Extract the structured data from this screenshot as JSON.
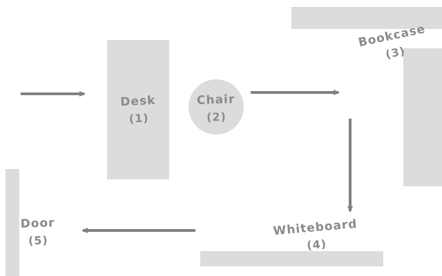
{
  "nodes": {
    "desk": {
      "label": "Desk",
      "num": "(1)"
    },
    "chair": {
      "label": "Chair",
      "num": "(2)"
    },
    "bookcase": {
      "label": "Bookcase",
      "num": "(3)"
    },
    "whiteboard": {
      "label": "Whiteboard",
      "num": "(4)"
    },
    "door": {
      "label": "Door",
      "num": "(5)"
    }
  },
  "colors": {
    "shape_fill": "#dcdcdc",
    "arrow": "#808080",
    "text": "#8a8a8a"
  }
}
